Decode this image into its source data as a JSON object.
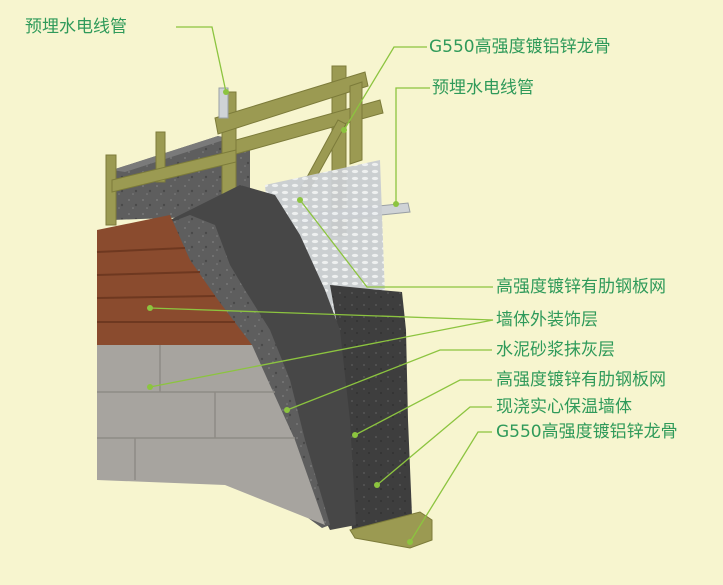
{
  "labels": {
    "top_left_conduit": "预埋水电线管",
    "top_right_keel": "G550高强度镀铝锌龙骨",
    "right_conduit": "预埋水电线管",
    "mesh_upper": "高强度镀锌有肋钢板网",
    "exterior_finish": "墙体外装饰层",
    "cement_mortar": "水泥砂浆抹灰层",
    "mesh_lower": "高强度镀锌有肋钢板网",
    "cast_in_place_wall": "现浇实心保温墙体",
    "bottom_keel": "G550高强度镀铝锌龙骨"
  },
  "colors": {
    "background": "#f7f5cf",
    "label_text": "#2f9a5a",
    "leader_line": "#8cc43f",
    "keel": "#9b9a52",
    "concrete": "#5f5f5f",
    "mortar": "#474747",
    "cladding": "#8a4b2e",
    "stone": "#a7a49f",
    "mesh": "#c9cdd1"
  }
}
